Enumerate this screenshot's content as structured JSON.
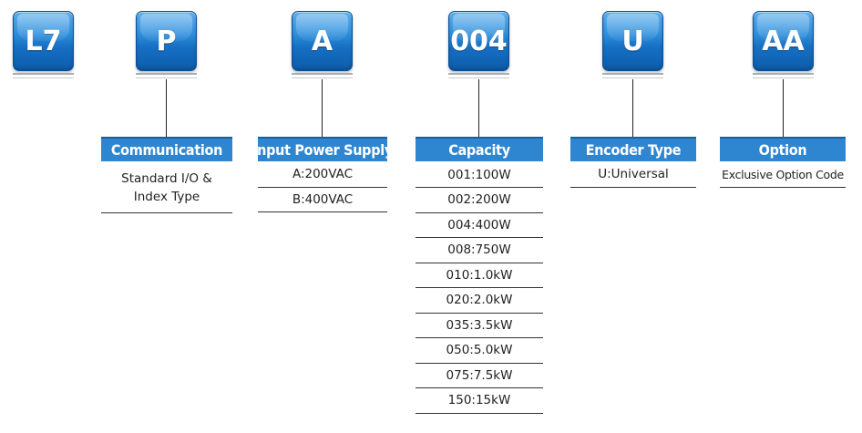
{
  "codes": [
    "L7",
    "P",
    "A",
    "004",
    "U",
    "AA"
  ],
  "groups": [
    {
      "header": "Communication",
      "options": [
        "Standard I/O &\nIndex Type"
      ]
    },
    {
      "header": "Input Power Supply",
      "options": [
        "A:200VAC",
        "B:400VAC"
      ]
    },
    {
      "header": "Capacity",
      "options": [
        "001:100W",
        "002:200W",
        "004:400W",
        "008:750W",
        "010:1.0kW",
        "020:2.0kW",
        "035:3.5kW",
        "050:5.0kW",
        "075:7.5kW",
        "150:15kW"
      ]
    },
    {
      "header": "Encoder Type",
      "options": [
        "U:Universal"
      ]
    },
    {
      "header": "Option",
      "options": [
        "Exclusive Option Code"
      ]
    }
  ]
}
